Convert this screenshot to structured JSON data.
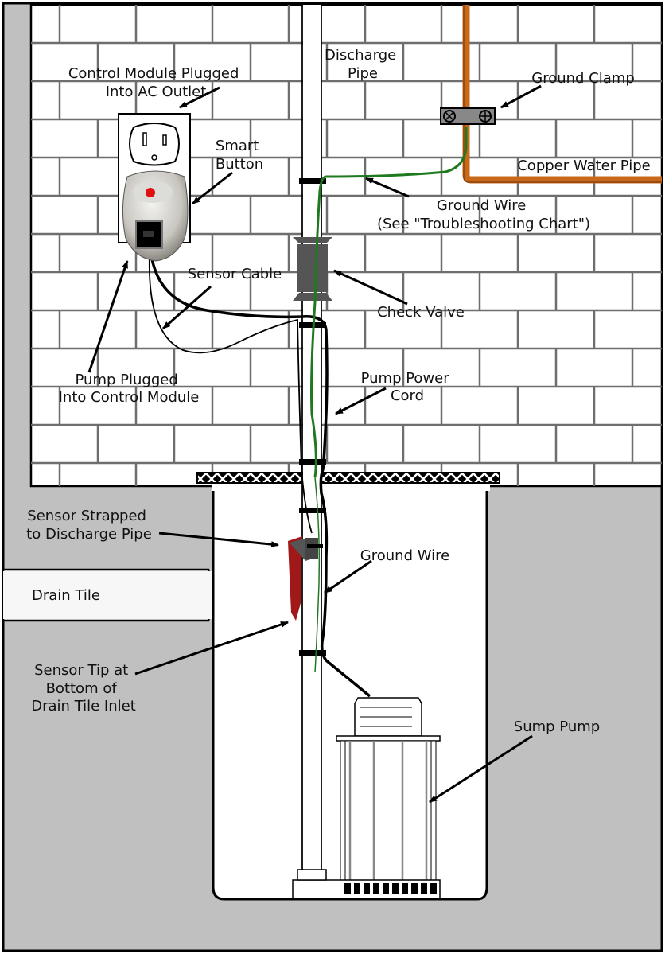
{
  "title": "Sump Pump Control Module Installation Diagram",
  "colors": {
    "wall_gray": "#c0c0c0",
    "brick_mortar": "#6e6e6e",
    "copper_pipe": "#c8691a",
    "ground_wire": "#1f7a1f",
    "sensor_red": "#a01818",
    "status_led": "#e01010"
  },
  "labels": {
    "control_module": [
      "Control Module Plugged",
      "Into AC Outlet"
    ],
    "discharge_pipe": [
      "Discharge",
      "Pipe"
    ],
    "ground_clamp": [
      "Ground Clamp"
    ],
    "smart_button": [
      "Smart",
      "Button"
    ],
    "copper_water_pipe": [
      "Copper Water Pipe"
    ],
    "ground_wire_top": [
      "Ground Wire",
      "(See \"Troubleshooting Chart\")"
    ],
    "sensor_cable": [
      "Sensor Cable"
    ],
    "check_valve": [
      "Check Valve"
    ],
    "pump_plugged": [
      "Pump Plugged",
      "Into Control Module"
    ],
    "pump_power_cord": [
      "Pump Power",
      "Cord"
    ],
    "sensor_strapped": [
      "Sensor Strapped",
      "to Discharge Pipe"
    ],
    "ground_wire_bottom": [
      "Ground Wire"
    ],
    "drain_tile": [
      "Drain Tile"
    ],
    "sensor_tip": [
      "Sensor Tip at",
      "Bottom of",
      "Drain Tile Inlet"
    ],
    "sump_pump": [
      "Sump Pump"
    ]
  },
  "icons": {
    "outlet": "ac-outlet-icon",
    "module": "control-module-icon",
    "clamp": "ground-clamp-icon",
    "valve": "check-valve-icon",
    "pump": "sump-pump-icon",
    "sensor": "water-sensor-icon"
  }
}
